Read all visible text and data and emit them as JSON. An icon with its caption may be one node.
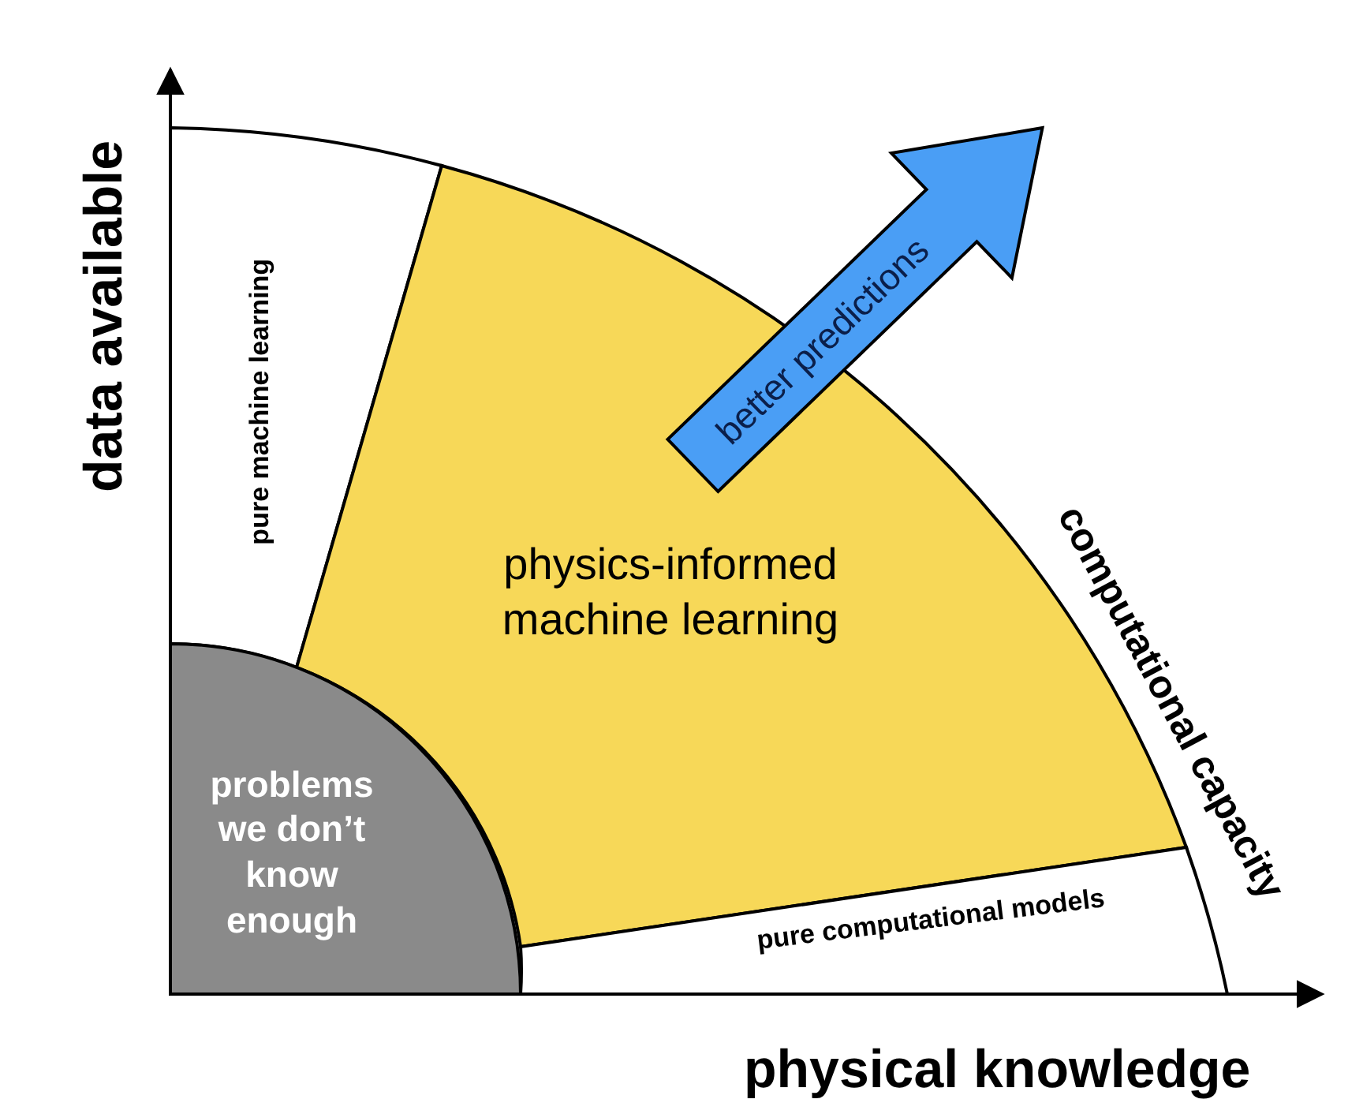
{
  "diagram": {
    "nodes": [
      {
        "text": [
          "pure machine learning"
        ]
      },
      {
        "text": [
          "physics-informed machine learning"
        ]
      },
      {
        "text": [
          "problems we don’t know enough"
        ]
      },
      {
        "text": [
          "pure computational models"
        ]
      },
      {
        "text": [
          "better predictions"
        ]
      }
    ],
    "labels": [
      "data available",
      "physical knowledge",
      "computational capacity"
    ]
  }
}
